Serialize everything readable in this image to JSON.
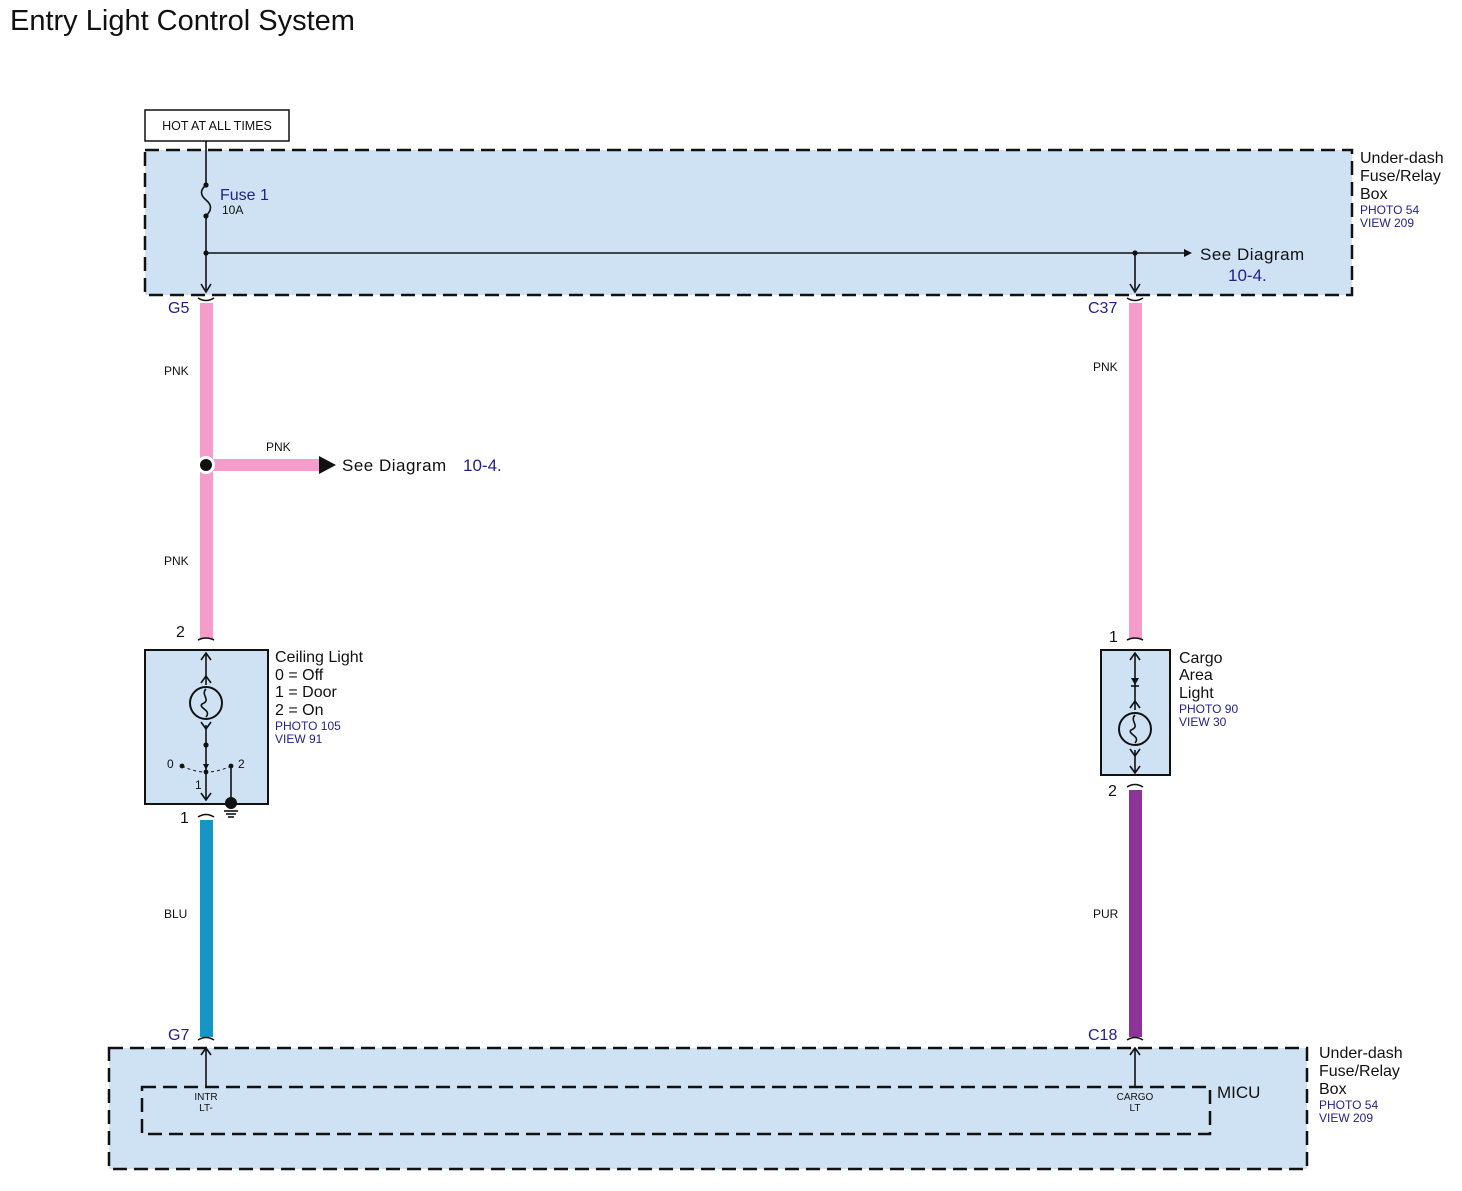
{
  "title": "Entry Light Control System",
  "power_label": "HOT AT ALL TIMES",
  "top_box": {
    "name_lines": [
      "Under-dash",
      "Fuse/Relay",
      "Box"
    ],
    "photo": "PHOTO 54",
    "view": "VIEW 209",
    "fuse_name": "Fuse 1",
    "fuse_rating": "10A",
    "see_diagram_text": "See  Diagram",
    "see_diagram_ref": "10-4."
  },
  "connectors": {
    "g5": "G5",
    "c37": "C37",
    "g7": "G7",
    "c18": "C18"
  },
  "wires": {
    "left_upper": "PNK",
    "left_branch": "PNK",
    "left_middle": "PNK",
    "left_lower": "BLU",
    "right_upper": "PNK",
    "right_lower": "PUR"
  },
  "wire_colors": {
    "pnk": "#f59ccb",
    "blu": "#1596c6",
    "pur": "#8e3399"
  },
  "branch": {
    "see_diagram_text": "See  Diagram",
    "see_diagram_ref": "10-4."
  },
  "ceiling_light": {
    "name": "Ceiling Light",
    "modes": [
      "0 = Off",
      "1 = Door",
      "2 = On"
    ],
    "photo": "PHOTO 105",
    "view": "VIEW 91",
    "pin_top": "2",
    "pin_bottom": "1",
    "switch_positions": [
      "0",
      "1",
      "2"
    ]
  },
  "cargo_light": {
    "name_lines": [
      "Cargo",
      "Area",
      "Light"
    ],
    "photo": "PHOTO 90",
    "view": "VIEW 30",
    "pin_top": "1",
    "pin_bottom": "2"
  },
  "bottom_box": {
    "name_lines": [
      "Under-dash",
      "Fuse/Relay",
      "Box"
    ],
    "photo": "PHOTO 54",
    "view": "VIEW 209",
    "unit": "MICU",
    "left_terminal": [
      "INTR",
      "LT-"
    ],
    "right_terminal": [
      "CARGO",
      "LT"
    ]
  }
}
